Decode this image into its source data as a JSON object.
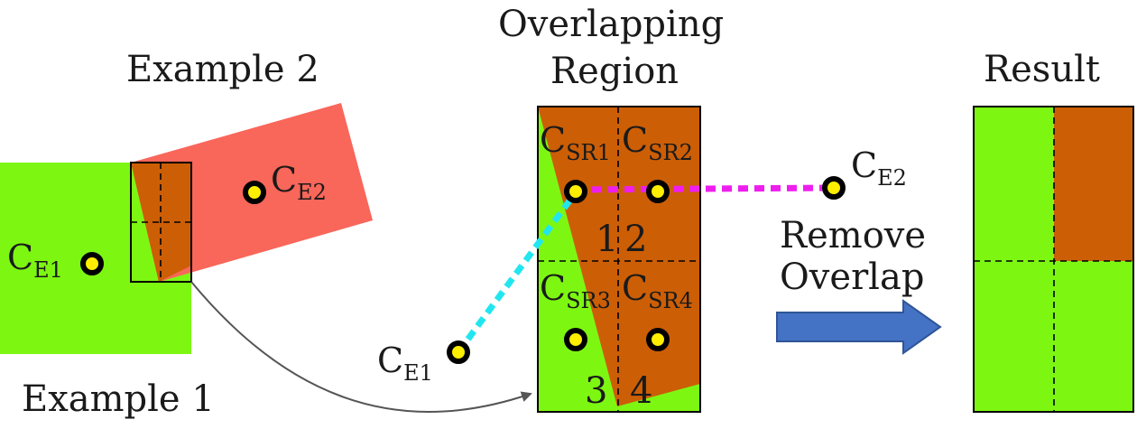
{
  "labels": {
    "example2": "Example 2",
    "example1": "Example 1",
    "overlapping_line1": "Overlapping",
    "overlapping_line2": "Region",
    "result": "Result",
    "remove_line1": "Remove",
    "remove_line2": "Overlap"
  },
  "centers": {
    "e1": {
      "main": "C",
      "sub": "E1"
    },
    "e2": {
      "main": "C",
      "sub": "E2"
    },
    "sr1": {
      "main": "C",
      "sub": "SR1"
    },
    "sr2": {
      "main": "C",
      "sub": "SR2"
    },
    "sr3": {
      "main": "C",
      "sub": "SR3"
    },
    "sr4": {
      "main": "C",
      "sub": "SR4"
    }
  },
  "subregions": {
    "n1": "1",
    "n2": "2",
    "n3": "3",
    "n4": "4"
  },
  "colors": {
    "green": "#7df712",
    "red": "#f9665a",
    "orange": "#cc5e06",
    "magenta": "#ee1eee",
    "cyan": "#22e6ef",
    "arrow_blue": "#4472c4",
    "point_fill": "#ffee00"
  }
}
